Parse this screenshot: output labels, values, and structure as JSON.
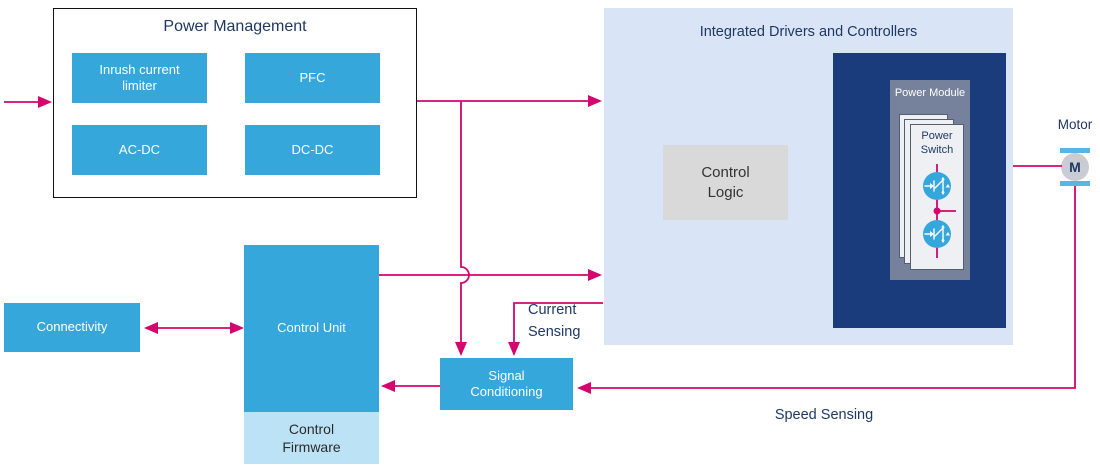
{
  "colors": {
    "accent": "#D4056F",
    "box_blue": "#36A7DB",
    "navy_box": "#1A3B7C",
    "region_bg": "#D9E4F7",
    "firmware_bg": "#BCE3F5",
    "module_gray": "#76829B",
    "card_bg": "#EEF0F3",
    "logic_gray": "#D9D9D9",
    "title_navy": "#1F3864",
    "motor_gray": "#C9CCD2",
    "motor_bar": "#56B6E4"
  },
  "power_management": {
    "title": "Power Management",
    "modules": [
      "Inrush current limiter",
      "PFC",
      "AC-DC",
      "DC-DC"
    ]
  },
  "drivers": {
    "title": "Integrated Drivers and Controllers",
    "control_logic": "Control Logic",
    "power_module": "Power Module",
    "power_switch": "Power Switch"
  },
  "motor": {
    "label": "Motor",
    "symbol": "M"
  },
  "left_chain": {
    "connectivity": "Connectivity",
    "control_unit": "Control Unit",
    "control_firmware": "Control Firmware",
    "signal_conditioning": "Signal Conditioning"
  },
  "annotations": {
    "current_sensing": "Current Sensing",
    "speed_sensing": "Speed Sensing"
  },
  "icons": {
    "transistor": "igbt-switch-icon",
    "motor": "motor-m-icon",
    "junction": "phase-junction-dot"
  }
}
